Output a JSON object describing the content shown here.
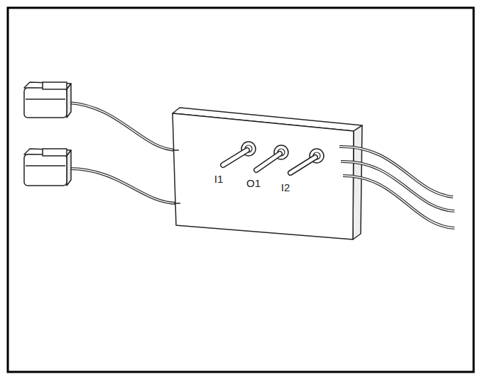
{
  "diagram": {
    "labels": [
      "I1",
      "O1",
      "I2"
    ]
  }
}
